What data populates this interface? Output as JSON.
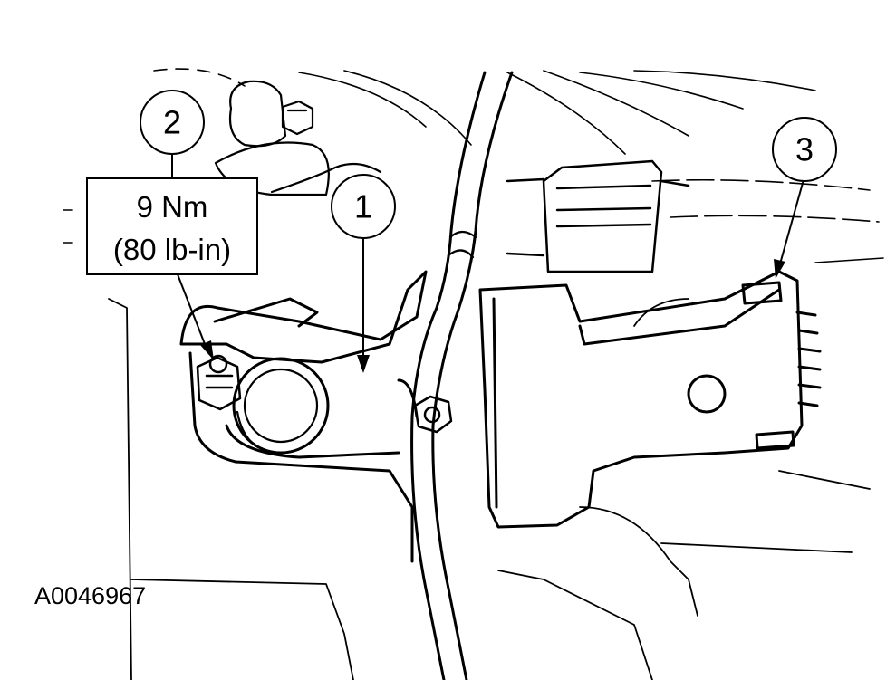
{
  "figure_id": "A0046967",
  "callouts": [
    {
      "number": "1"
    },
    {
      "number": "2"
    },
    {
      "number": "3"
    }
  ],
  "torque_spec": {
    "line1": "9 Nm",
    "line2": "(80 lb-in)"
  },
  "colors": {
    "line": "#000000",
    "background": "#ffffff"
  }
}
